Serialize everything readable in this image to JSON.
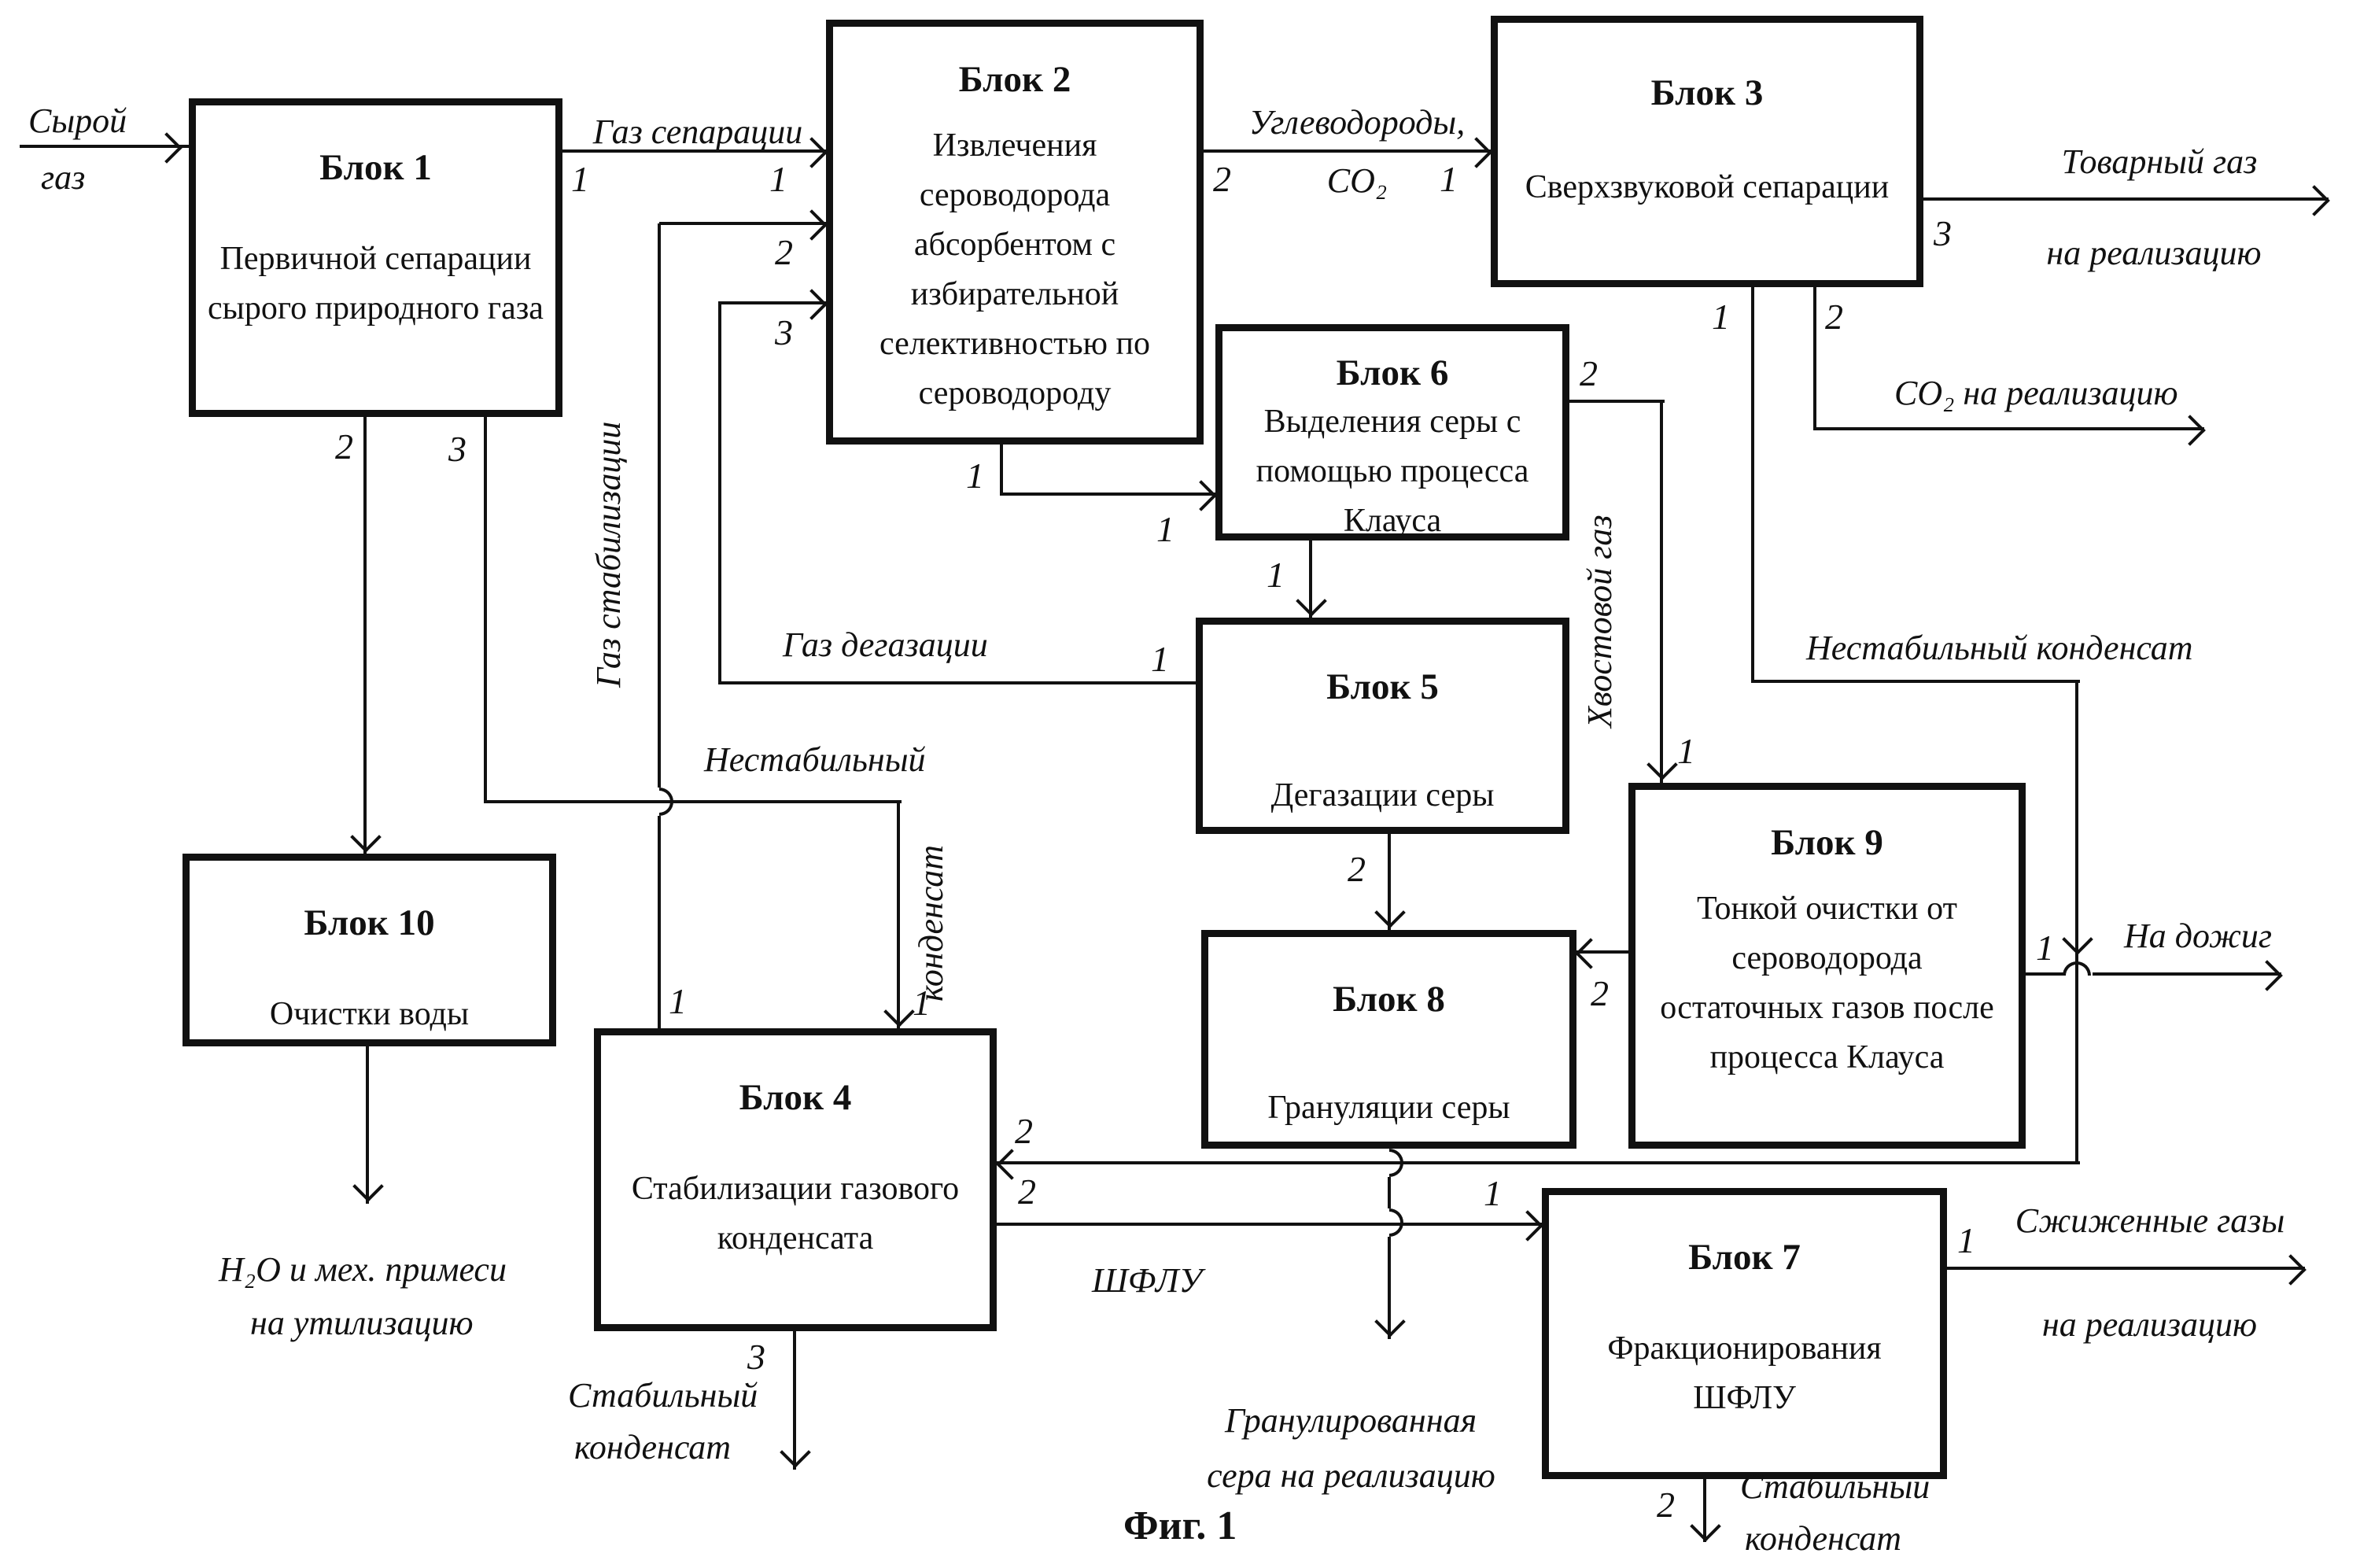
{
  "colors": {
    "ink": "#111111",
    "paper": "#ffffff"
  },
  "figure": {
    "caption": "Фиг. 1"
  },
  "blocks": {
    "b1": {
      "title": "Блок 1",
      "body": "Первичной сепарации сырого природного газа"
    },
    "b2": {
      "title": "Блок 2",
      "body": "Извлечения сероводорода абсорбентом с избирательной селективностью по сероводороду"
    },
    "b3": {
      "title": "Блок 3",
      "body": "Сверхзвуковой сепарации"
    },
    "b4": {
      "title": "Блок 4",
      "body": "Стабилизации газового конденсата"
    },
    "b5": {
      "title": "Блок 5",
      "body": "Дегазации серы"
    },
    "b6": {
      "title": "Блок 6",
      "body": "Выделения серы с помощью процесса Клауса"
    },
    "b7": {
      "title": "Блок 7",
      "body": "Фракционирования ШФЛУ"
    },
    "b8": {
      "title": "Блок 8",
      "body": "Грануляции серы"
    },
    "b9": {
      "title": "Блок 9",
      "body": "Тонкой очистки от сероводорода остаточных газов после процесса Клауса"
    },
    "b10": {
      "title": "Блок 10",
      "body": "Очистки воды"
    }
  },
  "streams": {
    "raw1": "Сырой",
    "raw2": "газ",
    "sep_gas": "Газ сепарации",
    "hydro1": "Углеводороды,",
    "hydro2": "CO₂",
    "commercial1": "Товарный газ",
    "commercial2": "на реализацию",
    "co2_sale": "CO₂ на реализацию",
    "tail_gas": "Хвостовой газ",
    "degas_gas": "Газ дегазации",
    "unstable1": "Нестабильный",
    "unstable2": "конденсат",
    "stab_gas": "Газ стабилизации",
    "unstable_cond": "Нестабильный конденсат",
    "afterburn": "На дожиг",
    "shflu": "ШФЛУ",
    "gran1": "Гранулированная",
    "gran2": "сера на реализацию",
    "liq1": "Сжиженные газы",
    "liq2": "на реализацию",
    "stable1": "Стабильный",
    "stable2": "конденсат",
    "water1": "H₂O и мех. примеси",
    "water2": "на утилизацию"
  },
  "ports": {
    "sep_src": "1",
    "sep_dst": "1",
    "hydro_src": "2",
    "hydro_dst": "1",
    "b3_out3": "3",
    "b3_out2": "2",
    "b3_out1": "1",
    "b1_out2": "2",
    "b1_out3": "3",
    "b2_in2": "2",
    "b2_in3": "3",
    "b2_out1a": "1",
    "b2_out1b": "1",
    "b6_out2": "2",
    "b6_out1": "1",
    "b9_in1": "1",
    "b9_out2": "2",
    "b9_out1": "1",
    "b5_out1": "1",
    "b5_out2": "2",
    "b4_in1": "1",
    "b4_out1": "1",
    "b4_in2": "2",
    "b4_out2": "2",
    "b4_out3": "3",
    "b7_in1": "1",
    "b7_out1": "1",
    "b7_out2": "2"
  }
}
